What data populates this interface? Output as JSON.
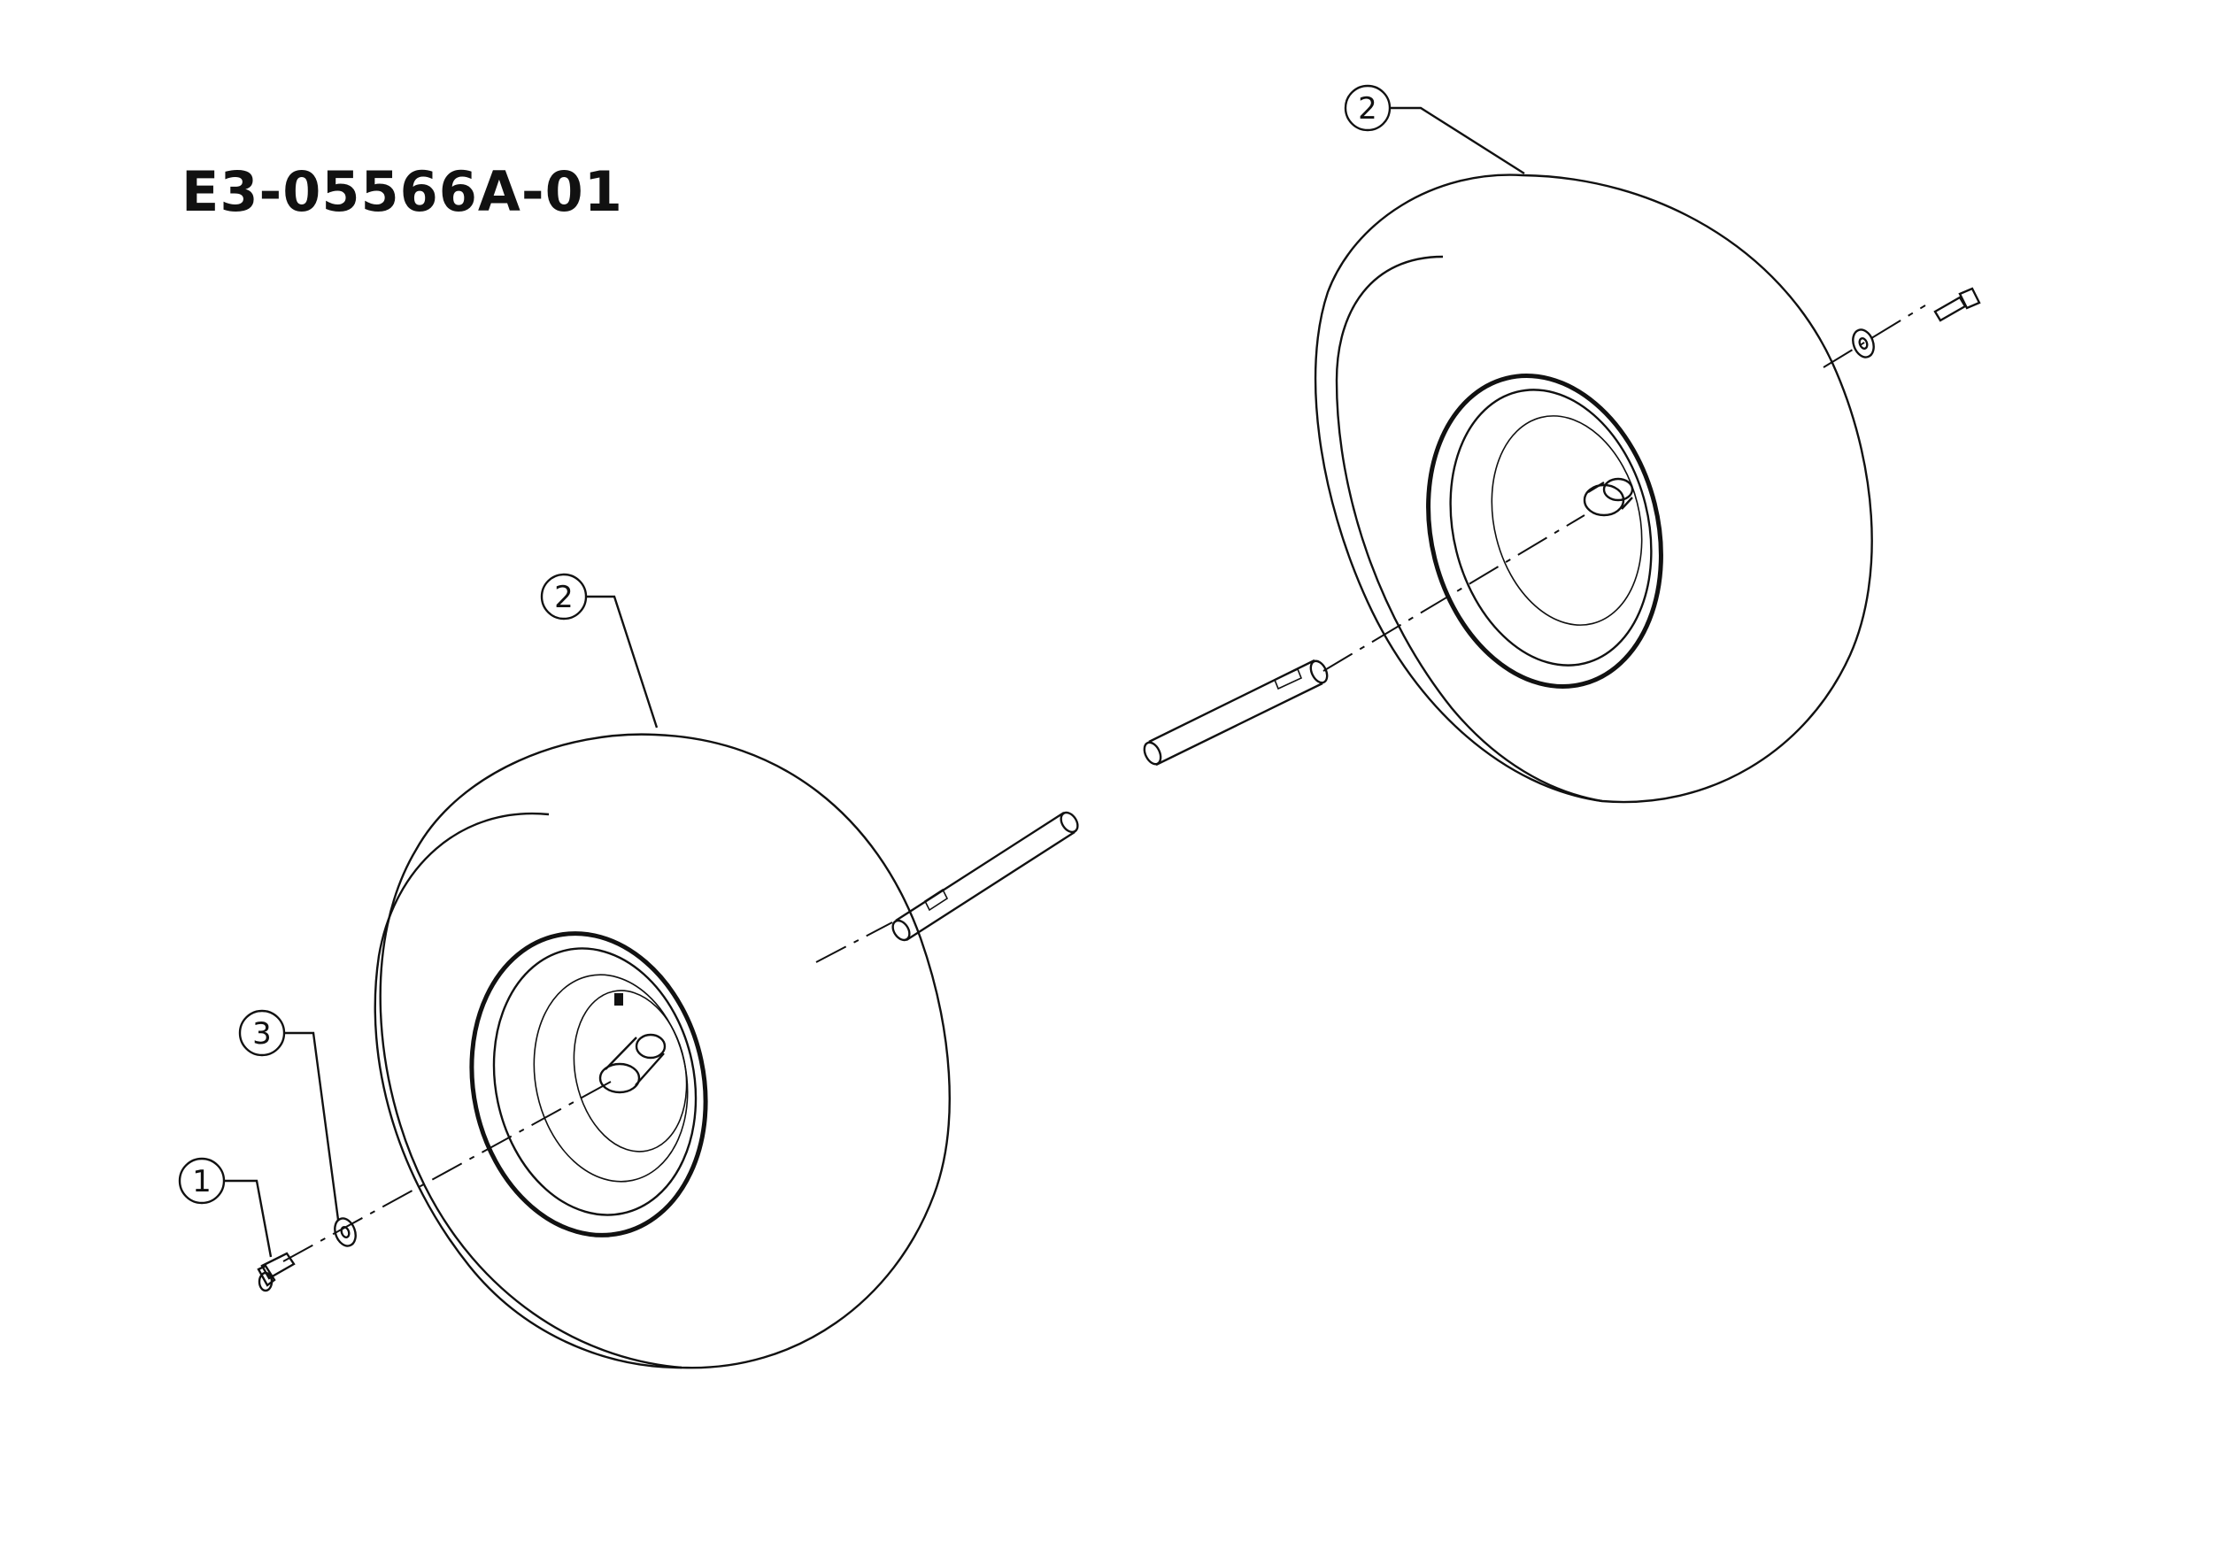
{
  "title": "E3-05566A-01",
  "callouts": {
    "bolt": "1",
    "wheel_left": "2",
    "wheel_right": "2",
    "washer": "3"
  },
  "colors": {
    "line": "#111111",
    "background": "#ffffff"
  }
}
